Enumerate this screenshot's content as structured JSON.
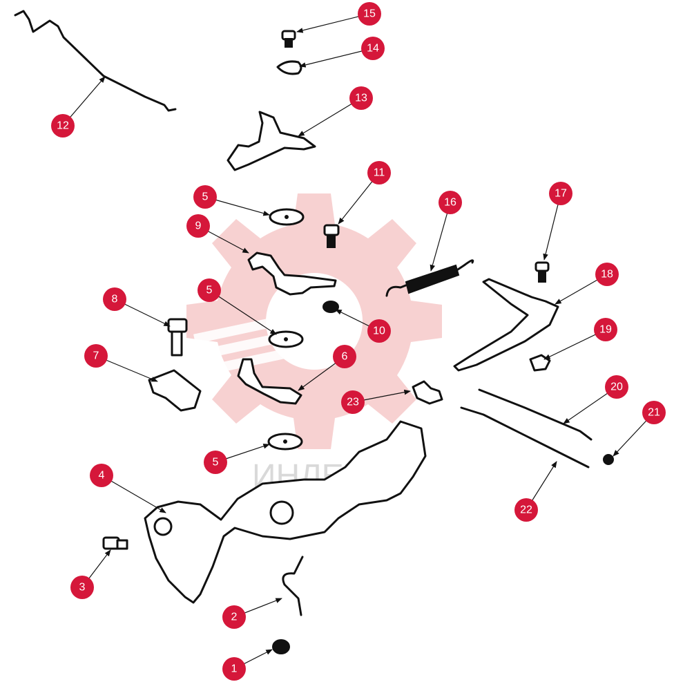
{
  "colors": {
    "callout_fill": "#d5173a",
    "callout_text": "#ffffff",
    "line": "#111111",
    "watermark_gear": "#f6c9c9",
    "watermark_text": "#d9d9d9"
  },
  "watermark": {
    "text": "ИНЛЕХ",
    "icon": "gear-icon"
  },
  "callouts": [
    {
      "id": "c1",
      "label": "1"
    },
    {
      "id": "c2",
      "label": "2"
    },
    {
      "id": "c3",
      "label": "3"
    },
    {
      "id": "c4",
      "label": "4"
    },
    {
      "id": "c5a",
      "label": "5"
    },
    {
      "id": "c5b",
      "label": "5"
    },
    {
      "id": "c5c",
      "label": "5"
    },
    {
      "id": "c6",
      "label": "6"
    },
    {
      "id": "c7",
      "label": "7"
    },
    {
      "id": "c8",
      "label": "8"
    },
    {
      "id": "c9",
      "label": "9"
    },
    {
      "id": "c10",
      "label": "10"
    },
    {
      "id": "c11",
      "label": "11"
    },
    {
      "id": "c12",
      "label": "12"
    },
    {
      "id": "c13",
      "label": "13"
    },
    {
      "id": "c14",
      "label": "14"
    },
    {
      "id": "c15",
      "label": "15"
    },
    {
      "id": "c16",
      "label": "16"
    },
    {
      "id": "c17",
      "label": "17"
    },
    {
      "id": "c18",
      "label": "18"
    },
    {
      "id": "c19",
      "label": "19"
    },
    {
      "id": "c20",
      "label": "20"
    },
    {
      "id": "c21",
      "label": "21"
    },
    {
      "id": "c22",
      "label": "22"
    },
    {
      "id": "c23",
      "label": "23"
    }
  ]
}
